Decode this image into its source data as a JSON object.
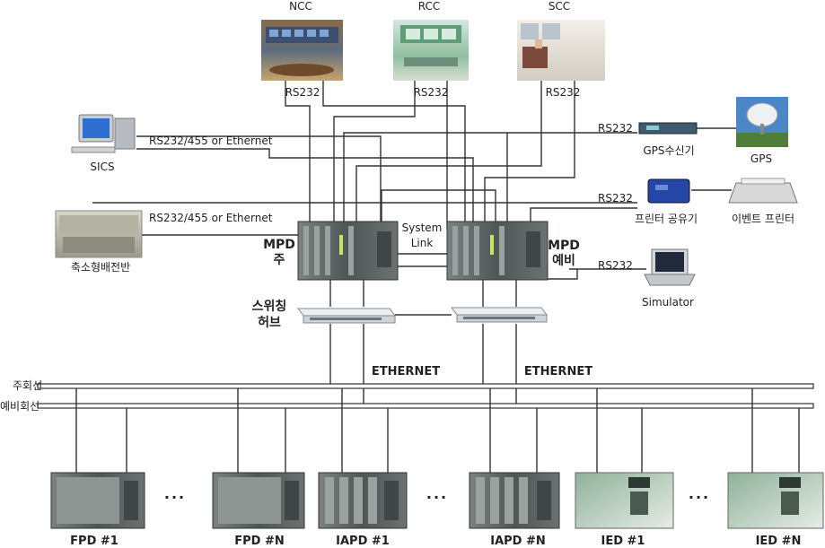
{
  "control_centers": [
    {
      "label": "NCC",
      "link": "RS232"
    },
    {
      "label": "RCC",
      "link": "RS232"
    },
    {
      "label": "SCC",
      "link": "RS232"
    }
  ],
  "peripherals": {
    "sics": {
      "label": "SICS",
      "link": "RS232/455 or Ethernet"
    },
    "panel": {
      "label": "축소형배전반",
      "link": "RS232/455 or Ethernet"
    },
    "gps_receiver": {
      "label": "GPS수신기",
      "link": "RS232"
    },
    "gps": {
      "label": "GPS"
    },
    "printer_share": {
      "label": "프린터 공유기",
      "link": "RS232"
    },
    "event_printer": {
      "label": "이벤트 프린터"
    },
    "simulator": {
      "label": "Simulator",
      "link": "RS232"
    }
  },
  "mpd": {
    "main": {
      "line1": "MPD",
      "line2": "주"
    },
    "backup": {
      "line1": "MPD",
      "line2": "예비"
    },
    "system_link": {
      "line1": "System",
      "line2": "Link"
    }
  },
  "hub": {
    "line1": "스위칭",
    "line2": "허브"
  },
  "ethernet": [
    "ETHERNET",
    "ETHERNET"
  ],
  "buses": {
    "main": "주회선",
    "backup": "예비회선"
  },
  "devices": [
    {
      "label": "FPD #1"
    },
    {
      "label": "FPD #N"
    },
    {
      "label": "IAPD #1"
    },
    {
      "label": "IAPD #N"
    },
    {
      "label": "IED #1"
    },
    {
      "label": "IED #N"
    }
  ],
  "ellipsis": "...",
  "colors": {
    "rack": "#5d6463",
    "rack_light": "#9aa19f",
    "ied": "#a9bfae",
    "hub": "#dfe3e6",
    "screen": "#2f6ed1"
  }
}
